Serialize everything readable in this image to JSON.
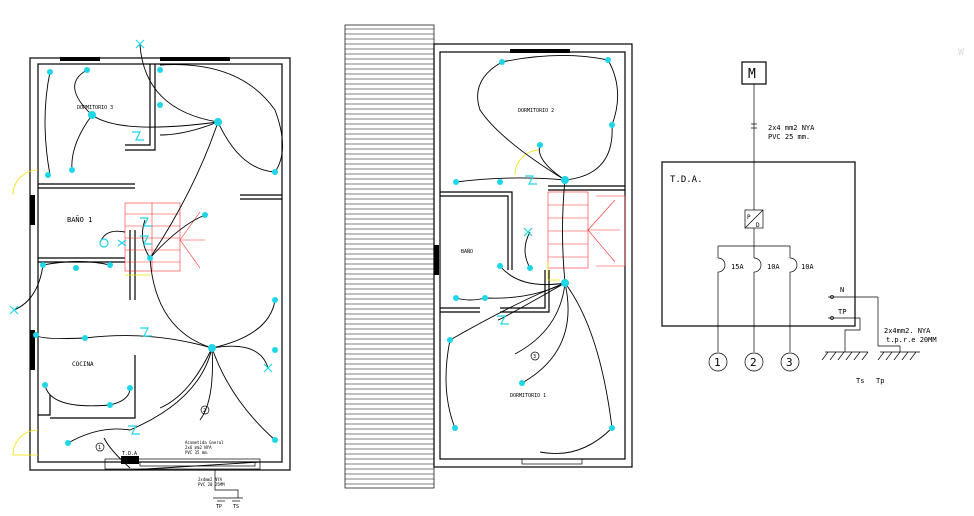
{
  "plan_left": {
    "rooms": {
      "dormitorio": "DORMITORIO 3",
      "bano": "BAÑO 1",
      "cocina": "COCINA"
    },
    "tda_label": "T.D.A",
    "circuit_numbers": [
      "1",
      "2"
    ],
    "note": {
      "line1": "Acometida Gneral",
      "line2": "2x6 mm2 NYA",
      "line3": "PVC 35 mm."
    },
    "bottom_note": {
      "line1": "2x4mm2 NYA",
      "line2": "PVC 20 25MM"
    },
    "ground_labels": [
      "TP",
      "TS"
    ]
  },
  "plan_right": {
    "rooms": {
      "dormitorio2": "DORMITORIO 2",
      "bano": "BAÑO",
      "dormitorio1": "DORMITORIO 1"
    },
    "circuit_number": "3"
  },
  "schematic": {
    "meter_label": "M",
    "cable_spec_line1": "2x4 mm2 NYA",
    "cable_spec_line2": "PVC 25 mm.",
    "panel_title": "T.D.A.",
    "pd_label_p": "P",
    "pd_label_d": "D",
    "breakers": [
      "15A",
      "10A",
      "10A"
    ],
    "circuits": [
      "1",
      "2",
      "3"
    ],
    "neutral_label": "N",
    "tp_label": "TP",
    "ground_spec_line1": "2x4mm2. NYA",
    "ground_spec_line2": "t.p.r.e 20MM",
    "ground_labels": [
      "Ts",
      "Tp"
    ]
  },
  "corner_mark": "W"
}
